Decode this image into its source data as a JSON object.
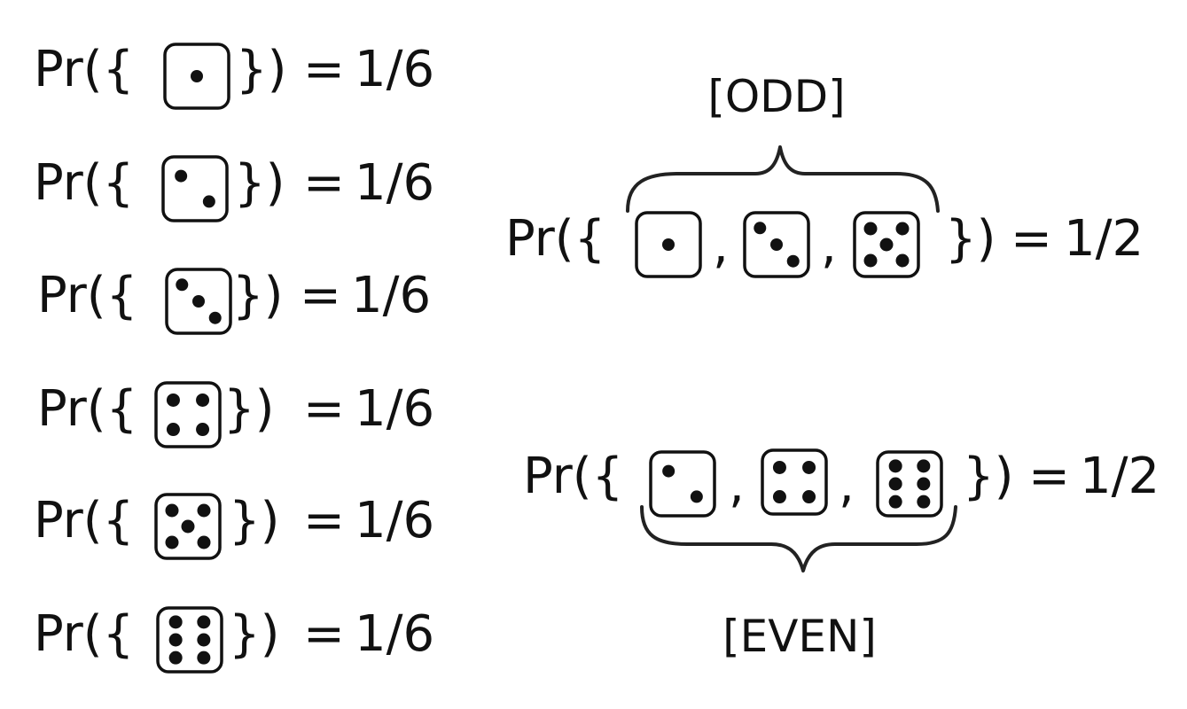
{
  "left_rows": [
    {
      "prefix": "Pr({",
      "face": 1,
      "suffix": "})",
      "equals": "=",
      "value": "1/6"
    },
    {
      "prefix": "Pr({",
      "face": 2,
      "suffix": "})",
      "equals": "=",
      "value": "1/6"
    },
    {
      "prefix": "Pr({",
      "face": 3,
      "suffix": "})",
      "equals": "=",
      "value": "1/6"
    },
    {
      "prefix": "Pr({",
      "face": 4,
      "suffix": "})",
      "equals": "=",
      "value": "1/6"
    },
    {
      "prefix": "Pr({",
      "face": 5,
      "suffix": "})",
      "equals": "=",
      "value": "1/6"
    },
    {
      "prefix": "Pr({",
      "face": 6,
      "suffix": "})",
      "equals": "=",
      "value": "1/6"
    }
  ],
  "odd": {
    "label": "[ODD]",
    "prefix": "Pr({",
    "faces": [
      1,
      3,
      5
    ],
    "separator": ",",
    "suffix": "})",
    "equals": "=",
    "value": "1/2"
  },
  "even": {
    "label": "[EVEN]",
    "prefix": "Pr({",
    "faces": [
      2,
      4,
      6
    ],
    "separator": ",",
    "suffix": "})",
    "equals": "=",
    "value": "1/2"
  },
  "colors": {
    "ink": "#111111",
    "background": "#ffffff"
  }
}
